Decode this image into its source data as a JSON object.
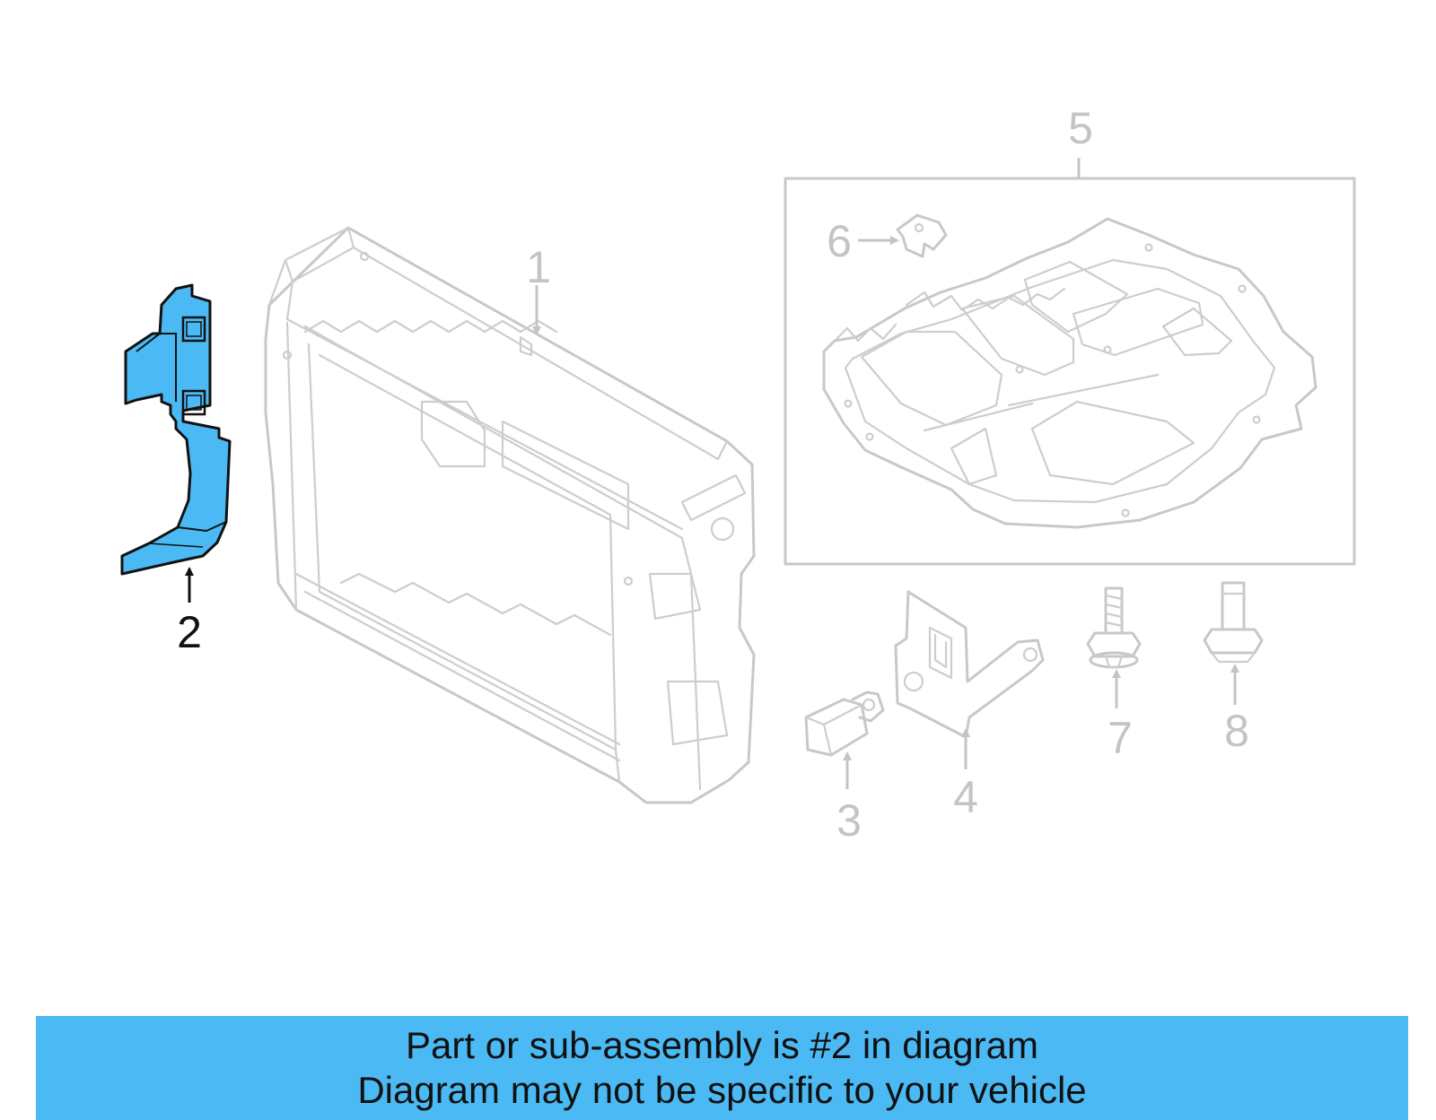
{
  "diagram": {
    "colors": {
      "highlight": "#4bbaf4",
      "outline": "#c8c8c8",
      "highlight_stroke": "#111111"
    },
    "highlighted_part": "2",
    "callouts": [
      {
        "id": "1",
        "label": "1"
      },
      {
        "id": "2",
        "label": "2"
      },
      {
        "id": "3",
        "label": "3"
      },
      {
        "id": "4",
        "label": "4"
      },
      {
        "id": "5",
        "label": "5"
      },
      {
        "id": "6",
        "label": "6"
      },
      {
        "id": "7",
        "label": "7"
      },
      {
        "id": "8",
        "label": "8"
      }
    ]
  },
  "banner": {
    "line1": "Part or sub-assembly is #2 in diagram",
    "line2": "Diagram may not be specific to your vehicle",
    "color": "#4bbaf4"
  }
}
